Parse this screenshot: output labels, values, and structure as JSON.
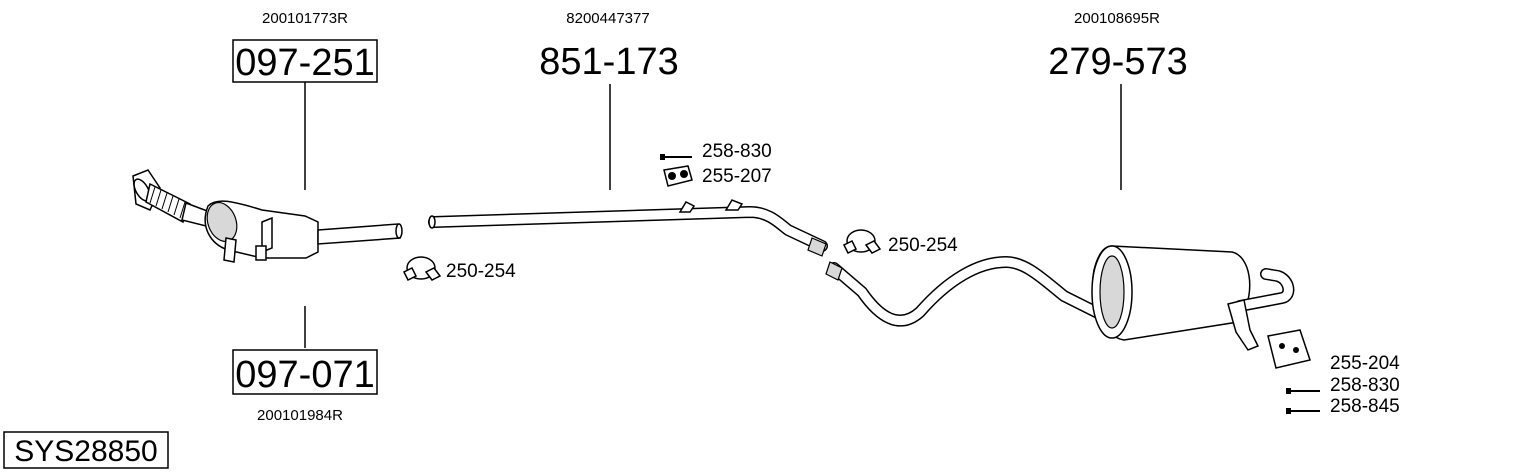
{
  "parts": {
    "cat_top": {
      "oem": "200101773R",
      "number": "097-251"
    },
    "cat_bottom": {
      "oem": "200101984R",
      "number": "097-071"
    },
    "mid_pipe": {
      "oem": "8200447377",
      "number": "851-173"
    },
    "rear_silencer": {
      "oem": "200108695R",
      "number": "279-573"
    }
  },
  "fittings": {
    "clamp_left": "250-254",
    "clamp_right": "250-254",
    "bolt_mid": "258-830",
    "rubber_mid": "255-207",
    "rubber_rear": "255-204",
    "bolt_rear_1": "258-830",
    "bolt_rear_2": "258-845"
  },
  "system_id": "SYS28850"
}
